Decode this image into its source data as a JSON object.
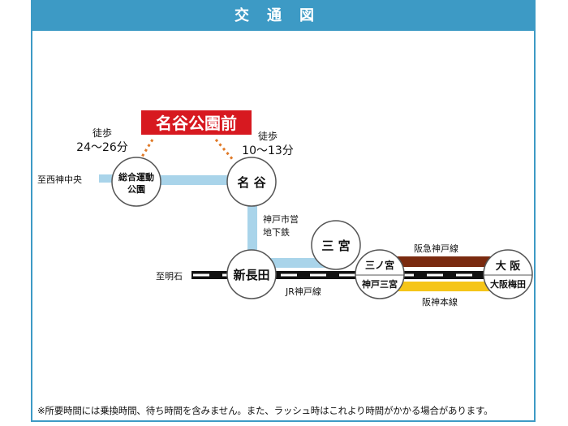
{
  "title": "交通図",
  "destination": "名谷公園前",
  "walk_left": {
    "label": "徒歩",
    "time": "24〜26分"
  },
  "walk_right": {
    "label": "徒歩",
    "time": "10〜13分"
  },
  "stations": {
    "sogo": [
      "総合運動",
      "公園"
    ],
    "myodani": "名 谷",
    "sannomiya_subway": "三 宮",
    "shinnagata": "新長田",
    "sannomiya_jr_top": "三ノ宮",
    "sannomiya_jr_bottom": "神戸三宮",
    "osaka_top": "大 阪",
    "osaka_bottom": "大阪梅田"
  },
  "labels": {
    "to_seishin": "至西神中央",
    "to_akashi": "至明石",
    "subway": [
      "神戸市営",
      "地下鉄"
    ],
    "jr": "JR神戸線",
    "hankyu": "阪急神戸線",
    "hanshin": "阪神本線"
  },
  "colors": {
    "header": "#3d9ac5",
    "subway_line": "#a9d4ea",
    "hankyu_line": "#7a2a0f",
    "hanshin_line": "#f5c518",
    "destination_bg": "#d71920",
    "walk_dots": "#e07a28"
  },
  "footnote": "※所要時間には乗換時間、待ち時間を含みません。また、ラッシュ時はこれより時間がかかる場合があります。"
}
